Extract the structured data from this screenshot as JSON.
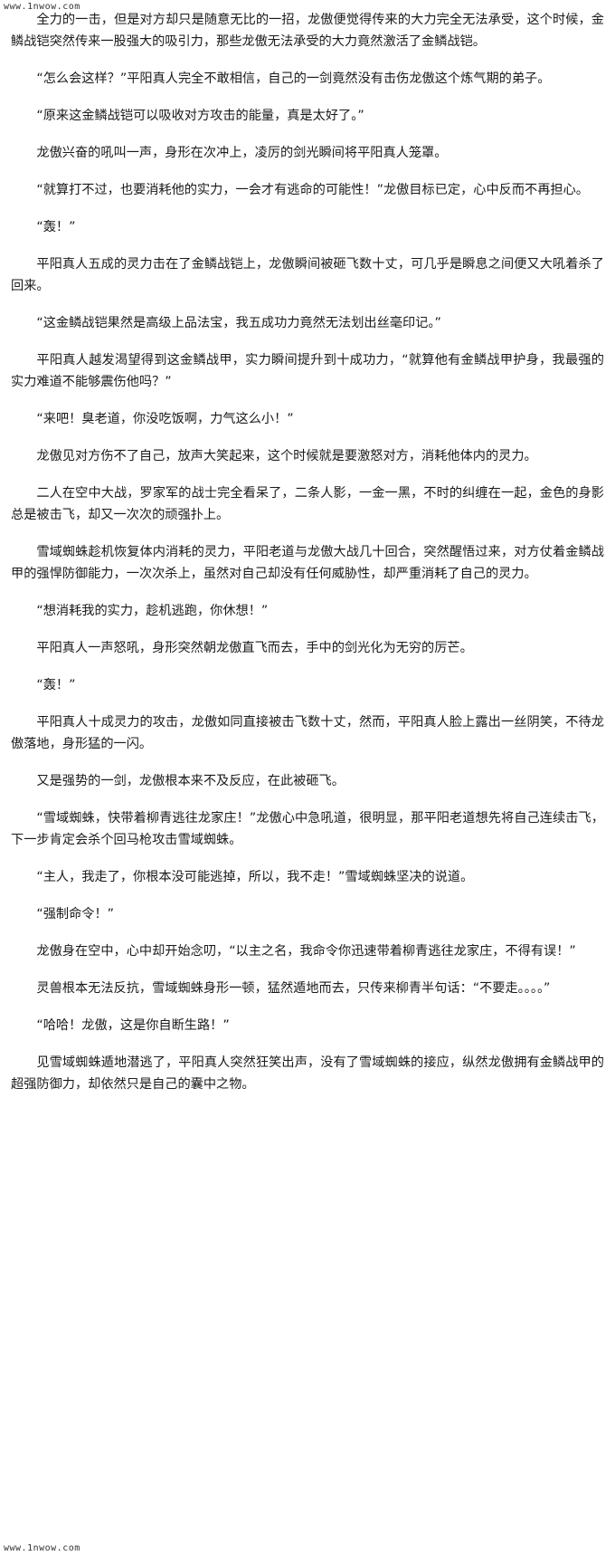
{
  "watermark": {
    "top": "www.1nwow.com",
    "bottom": "www.1nwow.com"
  },
  "paragraphs": [
    "全力的一击，但是对方却只是随意无比的一招，龙傲便觉得传来的大力完全无法承受，这个时候，金鳞战铠突然传来一股强大的吸引力，那些龙傲无法承受的大力竟然激活了金鳞战铠。",
    "“怎么会这样？”平阳真人完全不敢相信，自己的一剑竟然没有击伤龙傲这个炼气期的弟子。",
    "“原来这金鳞战铠可以吸收对方攻击的能量，真是太好了。”",
    "龙傲兴奋的吼叫一声，身形在次冲上，凌厉的剑光瞬间将平阳真人笼罩。",
    "“就算打不过，也要消耗他的实力，一会才有逃命的可能性！”龙傲目标已定，心中反而不再担心。",
    "“轰！”",
    "平阳真人五成的灵力击在了金鳞战铠上，龙傲瞬间被砸飞数十丈，可几乎是瞬息之间便又大吼着杀了回来。",
    "“这金鳞战铠果然是高级上品法宝，我五成功力竟然无法划出丝毫印记。”",
    "平阳真人越发渴望得到这金鳞战甲，实力瞬间提升到十成功力，“就算他有金鳞战甲护身，我最强的实力难道不能够震伤他吗？”",
    "“来吧！臭老道，你没吃饭啊，力气这么小！”",
    "龙傲见对方伤不了自己，放声大笑起来，这个时候就是要激怒对方，消耗他体内的灵力。",
    "二人在空中大战，罗家军的战士完全看呆了，二条人影，一金一黑，不时的纠缠在一起，金色的身影总是被击飞，却又一次次的顽强扑上。",
    "雪域蜘蛛趁机恢复体内消耗的灵力，平阳老道与龙傲大战几十回合，突然醒悟过来，对方仗着金鳞战甲的强悍防御能力，一次次杀上，虽然对自己却没有任何威胁性，却严重消耗了自己的灵力。",
    "“想消耗我的实力，趁机逃跑，你休想！”",
    "平阳真人一声怒吼，身形突然朝龙傲直飞而去，手中的剑光化为无穷的厉芒。",
    "“轰！”",
    "平阳真人十成灵力的攻击，龙傲如同直接被击飞数十丈，然而，平阳真人脸上露出一丝阴笑，不待龙傲落地，身形猛的一闪。",
    "又是强势的一剑，龙傲根本来不及反应，在此被砸飞。",
    "“雪域蜘蛛，快带着柳青逃往龙家庄！”龙傲心中急吼道，很明显，那平阳老道想先将自己连续击飞，下一步肯定会杀个回马枪攻击雪域蜘蛛。",
    "“主人，我走了，你根本没可能逃掉，所以，我不走！”雪域蜘蛛坚决的说道。",
    "“强制命令！”",
    "龙傲身在空中，心中却开始念叨，“以主之名，我命令你迅速带着柳青逃往龙家庄，不得有误！”",
    "灵兽根本无法反抗，雪域蜘蛛身形一顿，猛然遁地而去，只传来柳青半句话：“不要走。。。。”",
    "“哈哈！龙傲，这是你自断生路！”",
    "见雪域蜘蛛遁地潜逃了，平阳真人突然狂笑出声，没有了雪域蜘蛛的接应，纵然龙傲拥有金鳞战甲的超强防御力，却依然只是自己的囊中之物。"
  ]
}
